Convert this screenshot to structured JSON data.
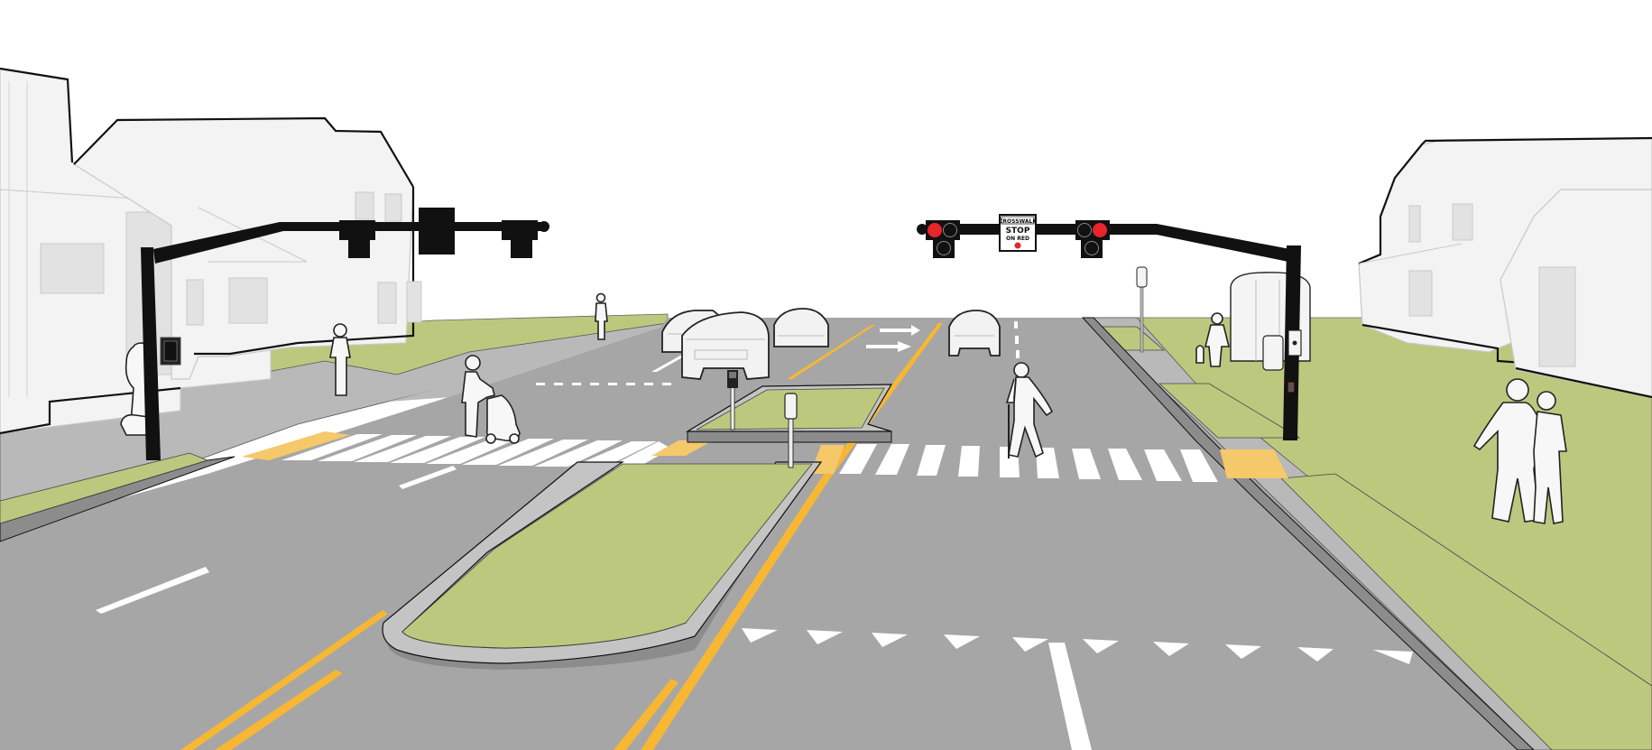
{
  "scene": {
    "description": "Street-level illustration of a signalized intersection with median refuge islands, high-visibility crosswalks, and pedestrians",
    "colors": {
      "sky": "#ffffff",
      "asphalt": "#a6a6a6",
      "asphalt_dark": "#8c8c8c",
      "curb": "#c4c4c4",
      "sidewalk": "#b9b9b9",
      "grass": "#bcc87e",
      "centerline_yellow": "#f7b733",
      "tactile_pad": "#f5c86a",
      "marking_white": "#ffffff",
      "signal_black": "#111111",
      "signal_red": "#e8252a",
      "building": "#f3f3f3"
    },
    "sign": {
      "line1": "CROSSWALK",
      "line2": "STOP",
      "line3": "ON RED"
    },
    "signals": {
      "left_mast": {
        "heads": 3,
        "state": "unlit"
      },
      "right_mast": {
        "heads": 2,
        "state": "red"
      }
    },
    "markings": {
      "left_crosswalk_stripes": 10,
      "right_crosswalk_stripes": 10,
      "yield_triangles": 10
    },
    "elements": [
      "house-left-foreground",
      "house-left-background",
      "house-right",
      "left-signal-mast",
      "right-signal-mast",
      "crosswalk-stop-on-red-sign",
      "median-island-near",
      "median-island-far",
      "bus-shelter",
      "pedestrian-with-stroller",
      "pedestrian-with-cane",
      "pedestrian-couple",
      "pedestrian-with-dog-left",
      "pedestrian-with-dog-right",
      "pedestrian-standing",
      "pedestrian-distant",
      "jeep",
      "sedan-left",
      "hatchback",
      "sedan-right"
    ]
  }
}
